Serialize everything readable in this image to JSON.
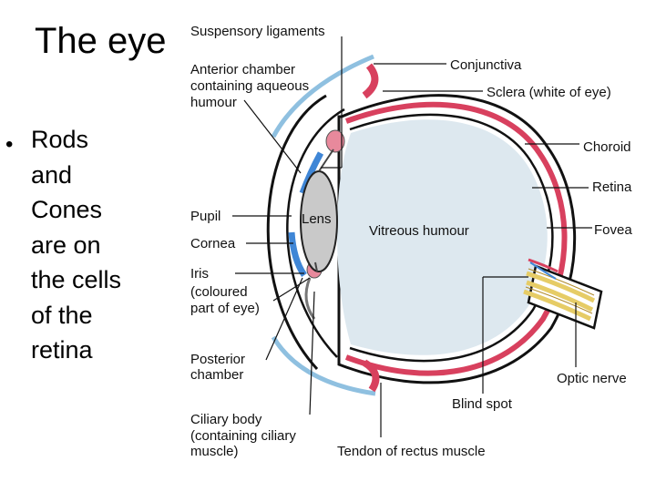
{
  "slide": {
    "title": "The eye",
    "bullet": [
      "Rods",
      "and",
      "Cones",
      "are on",
      "the cells",
      "of the",
      "retina"
    ]
  },
  "diagram": {
    "labels": {
      "suspensory": "Suspensory ligaments",
      "anterior1": "Anterior chamber",
      "anterior2": "containing aqueous",
      "anterior3": "humour",
      "conjunctiva": "Conjunctiva",
      "sclera": "Sclera (white of eye)",
      "choroid": "Choroid",
      "retina": "Retina",
      "fovea": "Fovea",
      "pupil": "Pupil",
      "lens": "Lens",
      "vitreous": "Vitreous humour",
      "cornea": "Cornea",
      "iris1": "Iris",
      "iris2": "(coloured",
      "iris3": "part of eye)",
      "posterior1": "Posterior",
      "posterior2": "chamber",
      "optic": "Optic nerve",
      "blind": "Blind spot",
      "ciliary1": "Ciliary body",
      "ciliary2": "(containing ciliary",
      "ciliary3": "muscle)",
      "tendon": "Tendon of rectus muscle"
    },
    "colors": {
      "vitreous": "#dde8ef",
      "choroid": "#d8405e",
      "retina_pink": "#e8899c",
      "conjunctiva_blue": "#8fc0e0",
      "cornea_blue": "#3f86d6",
      "lens": "#c9c9c9",
      "nerve": "#e6cc66"
    }
  }
}
